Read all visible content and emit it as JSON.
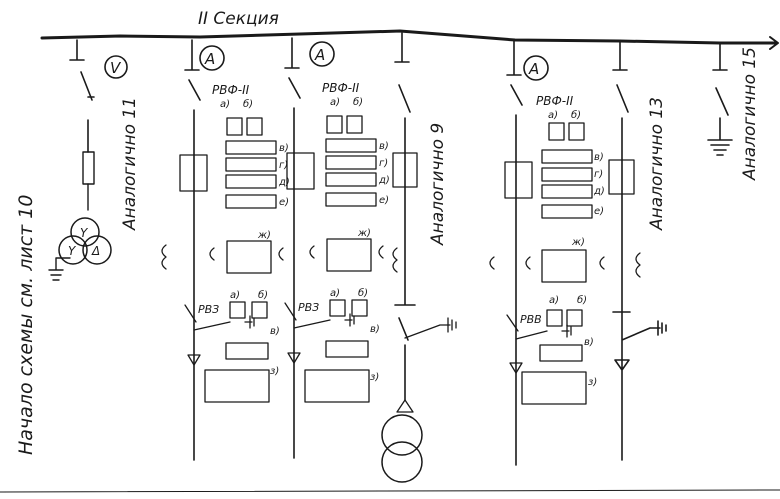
{
  "section_title": "II Секция",
  "left_note": "Начало схемы см. лист 10",
  "meters": {
    "voltmeter": "V",
    "ammeter": "A"
  },
  "feeders": [
    {
      "id": "f1",
      "relay_title": "РВФ-II",
      "arrester": "РВЗ",
      "labels": [
        "а)",
        "б)",
        "в)",
        "г)",
        "д)",
        "е)",
        "ж)",
        "а)",
        "б)",
        "в)",
        "з)"
      ]
    },
    {
      "id": "f2",
      "relay_title": "РВФ-II",
      "arrester": "РВЗ",
      "labels": [
        "а)",
        "б)",
        "в)",
        "г)",
        "д)",
        "е)",
        "ж)",
        "а)",
        "б)",
        "в)",
        "з)"
      ]
    },
    {
      "id": "f3",
      "relay_title": "РВФ-II",
      "arrester": "РВВ",
      "labels": [
        "а)",
        "б)",
        "в)",
        "г)",
        "д)",
        "е)",
        "ж)",
        "а)",
        "б)",
        "в)",
        "з)"
      ]
    }
  ],
  "similar_notes": [
    "Аналогично 11",
    "Аналогично 9",
    "Аналогично 13",
    "Аналогично 15"
  ]
}
